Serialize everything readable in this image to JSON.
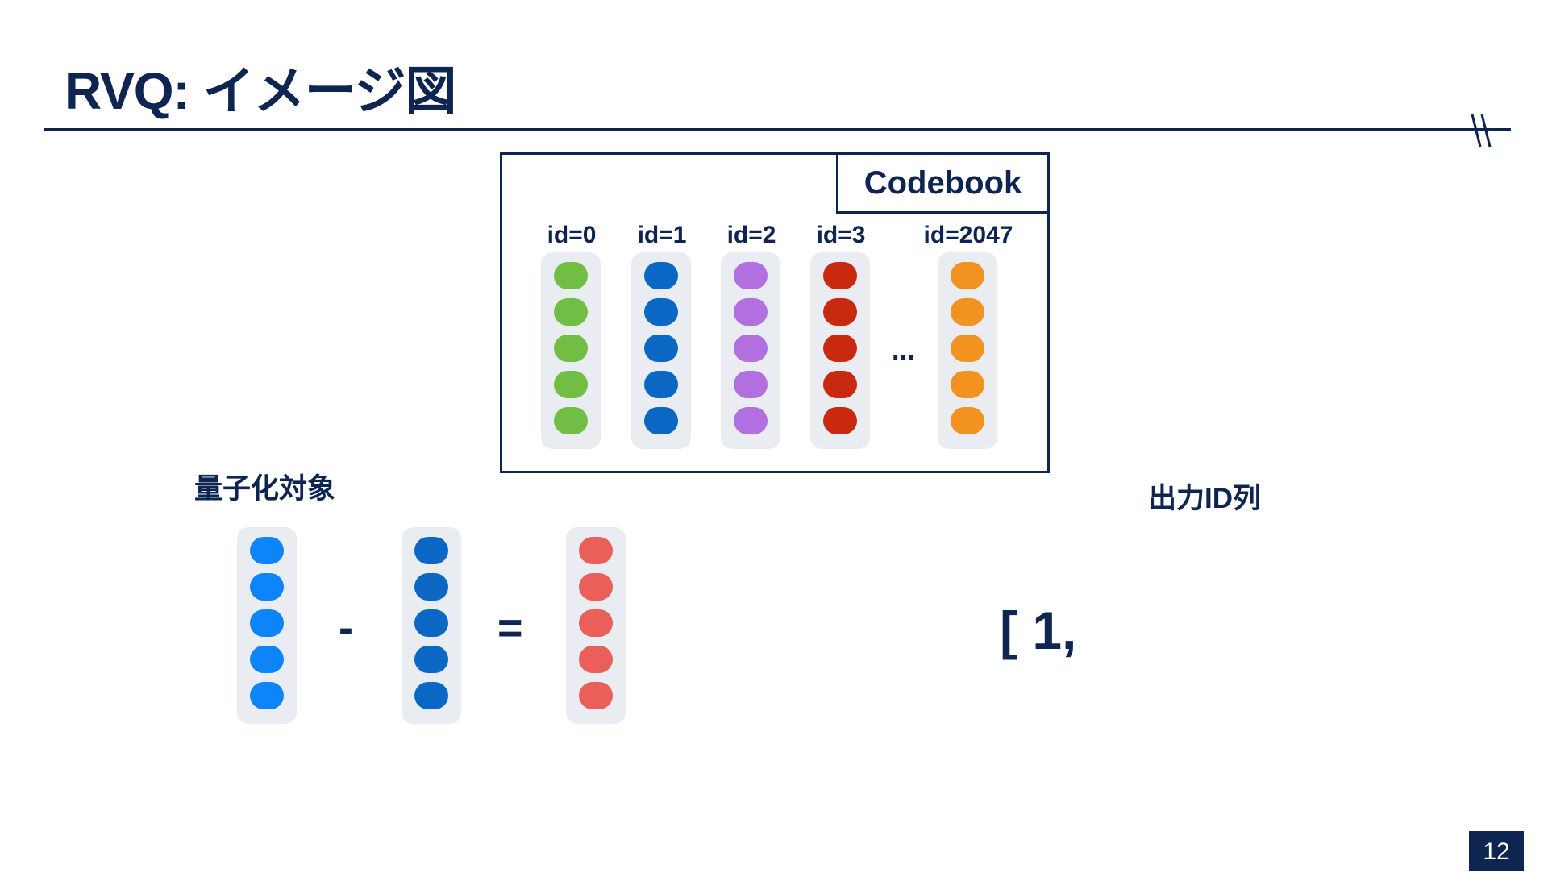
{
  "title": "RVQ: イメージ図",
  "codebook": {
    "label": "Codebook",
    "vectors": [
      {
        "id_label": "id=0",
        "color": "#72bd43"
      },
      {
        "id_label": "id=1",
        "color": "#0a67c4"
      },
      {
        "id_label": "id=2",
        "color": "#b26fe0"
      },
      {
        "id_label": "id=3",
        "color": "#c9290e"
      },
      {
        "id_label": "id=2047",
        "color": "#f29220"
      }
    ],
    "ellipsis": "..."
  },
  "target": {
    "label": "量子化対象",
    "input_color": "#0d84f7",
    "minus_sign": "-",
    "subtracted_color": "#0a67c4",
    "equals_sign": "=",
    "residual_color": "#ea5f5a"
  },
  "output": {
    "label": "出力ID列",
    "text": "[ 1,"
  },
  "page_number": "12",
  "colors": {
    "navy": "#0e2552",
    "vector_bg": "#e9edf1"
  }
}
